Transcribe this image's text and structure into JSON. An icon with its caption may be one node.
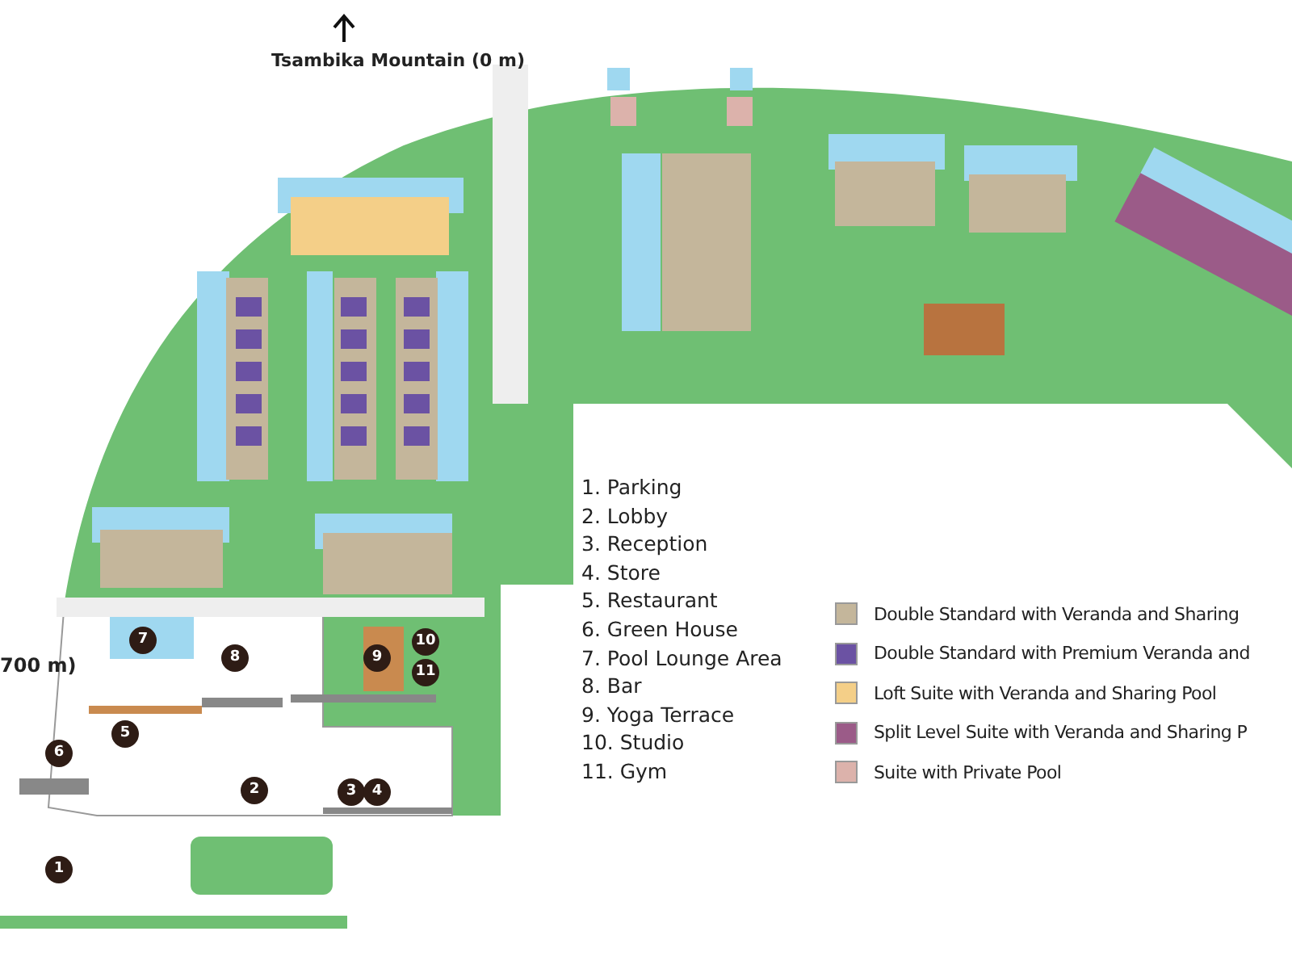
{
  "diagram": {
    "labels": [
      "Tsambika Mountain (0 m)",
      "1. Parking",
      "2. Lobby",
      "3. Reception",
      "4. Store",
      "5. Restaurant",
      "6. Green House",
      "7. Pool Lounge Area",
      "8. Bar",
      "9. Yoga Terrace",
      "10. Studio",
      "11. Gym",
      "700 m)",
      "7",
      "8",
      "10",
      "9",
      "11",
      "5",
      "6",
      "2",
      "3",
      "4",
      "1"
    ],
    "legend": [
      {
        "text": "Double Standard with Veranda and Sharing",
        "color": "#c4b69b"
      },
      {
        "text": "Double Standard with Premium Veranda and",
        "color": "#6b52a3"
      },
      {
        "text": "Loft Suite with Veranda and Sharing Pool",
        "color": "#f4cf88"
      },
      {
        "text": "Split Level Suite with Veranda and Sharing P",
        "color": "#9b5b88"
      },
      {
        "text": "Suite with Private Pool",
        "color": "#dcb2ab"
      }
    ]
  }
}
